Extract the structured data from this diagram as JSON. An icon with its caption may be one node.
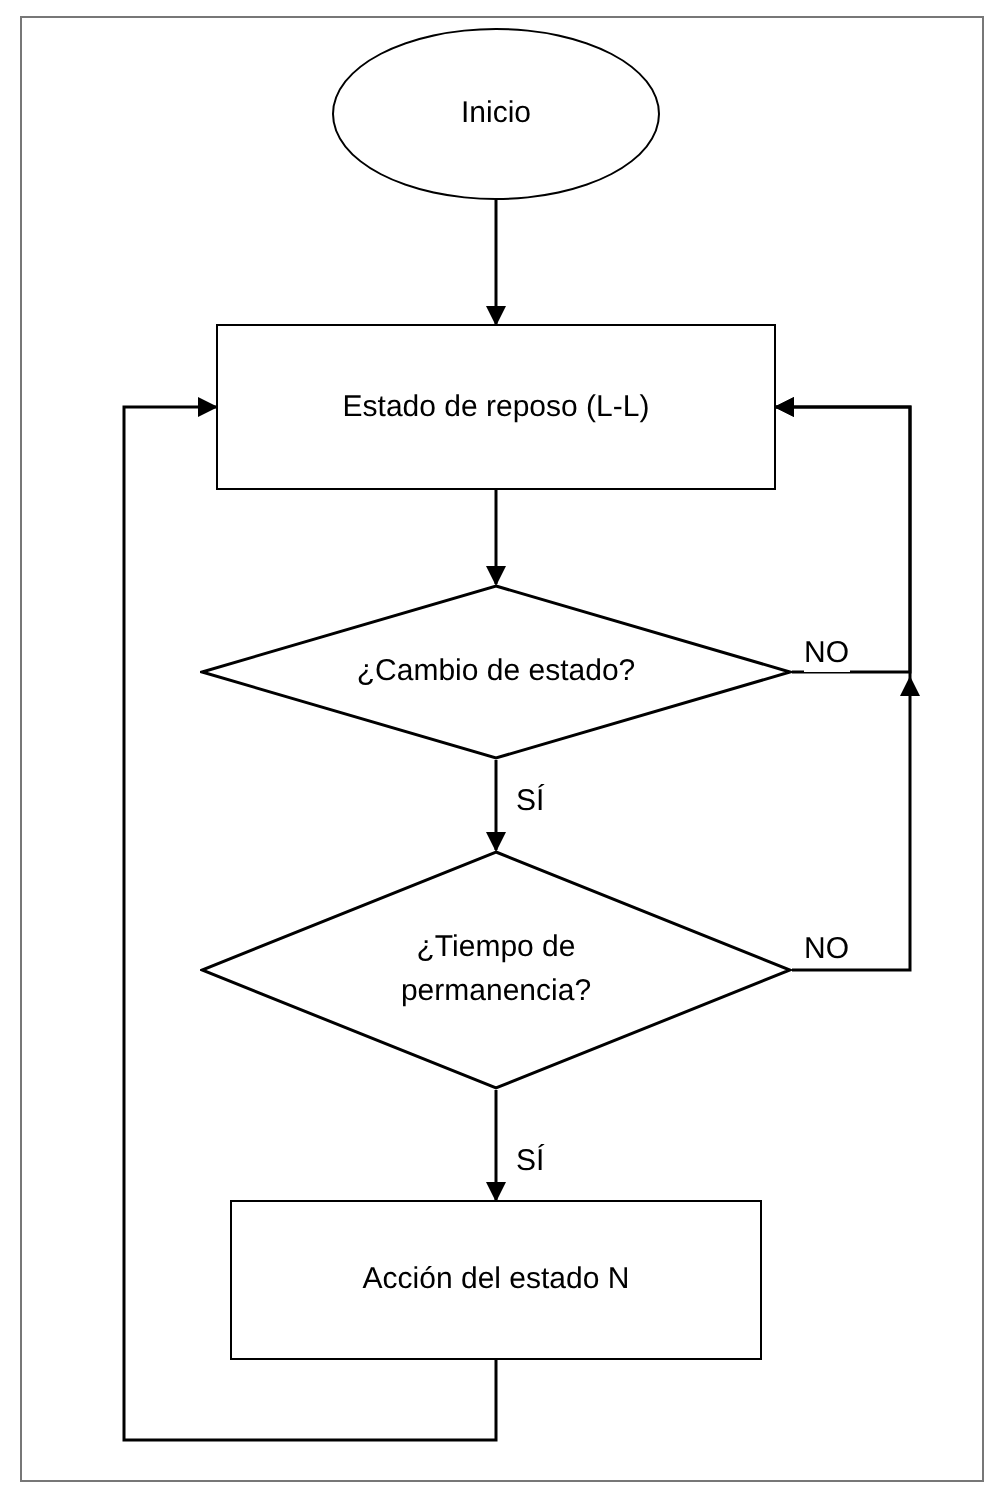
{
  "diagram": {
    "nodes": [
      {
        "text": [
          "Inicio"
        ]
      },
      {
        "text": [
          "Estado de reposo (L-L)"
        ]
      },
      {
        "text": [
          "¿Cambio de estado?"
        ]
      },
      {
        "text": [
          "¿Tiempo de permanencia?"
        ]
      },
      {
        "text": [
          "Acción del estado N"
        ]
      }
    ],
    "edges": [
      {
        "from": 0,
        "to": 1,
        "arrow": "to"
      },
      {
        "from": 1,
        "to": 2,
        "arrow": "to"
      },
      {
        "from": 2,
        "to": 3,
        "arrow": "to",
        "label": "SÍ"
      },
      {
        "from": 3,
        "to": 4,
        "arrow": "to",
        "label": "SÍ"
      },
      {
        "from": 2,
        "to": 1,
        "arrow": "to",
        "label": "NO"
      },
      {
        "from": 3,
        "to": 1,
        "arrow": "to",
        "label": "NO"
      },
      {
        "from": 4,
        "to": 1,
        "arrow": "to"
      }
    ]
  }
}
